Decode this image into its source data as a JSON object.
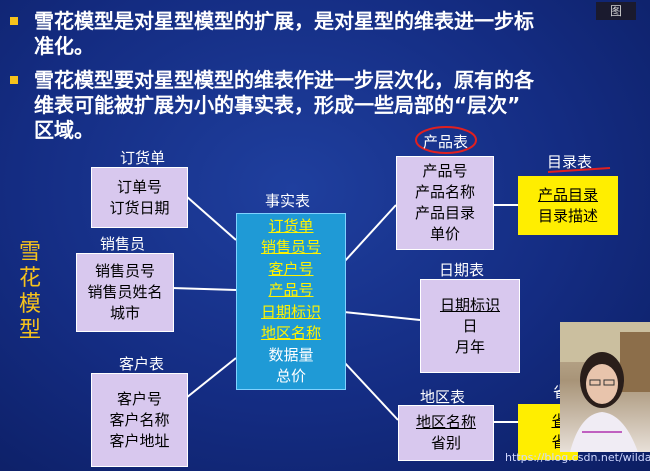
{
  "bullets": [
    {
      "lines": [
        "雪花模型是对星型模型的扩展，是对星型的维表进一步标",
        "准化。"
      ]
    },
    {
      "lines": [
        "雪花模型要对星型模型的维表作进一步层次化，原有的各",
        "维表可能被扩展为小的事实表，形成一些局部的“层次”",
        "区域。"
      ]
    }
  ],
  "vertical_title": [
    "雪",
    "花",
    "模",
    "型"
  ],
  "fact": {
    "title": "事实表",
    "underlined": [
      "订货单",
      "销售员号",
      "客户号",
      "产品号",
      "日期标识",
      "地区名称"
    ],
    "plain": [
      "数据量",
      "总价"
    ]
  },
  "dims": {
    "order": {
      "title": "订货单",
      "items": [
        "订单号",
        "订货日期"
      ]
    },
    "sales": {
      "title": "销售员",
      "items": [
        "销售员号",
        "销售员姓名",
        "城市"
      ]
    },
    "customer": {
      "title": "客户表",
      "items": [
        "客户号",
        "客户名称",
        "客户地址"
      ]
    },
    "product": {
      "title": "产品表",
      "items": [
        "产品号",
        "产品名称",
        "产品目录",
        "单价"
      ]
    },
    "date": {
      "title": "日期表",
      "items": [
        "日期标识",
        "日",
        "月年"
      ]
    },
    "region": {
      "title": "地区表",
      "items": [
        "地区名称",
        "省别"
      ]
    }
  },
  "sub": {
    "catalog": {
      "title": "目录表",
      "items": [
        "产品目录",
        "目录描述"
      ]
    },
    "province": {
      "title": "省",
      "items": [
        "省",
        "省"
      ]
    }
  },
  "watermark": "https://blog.csdn.net/wildand",
  "topright": "图"
}
